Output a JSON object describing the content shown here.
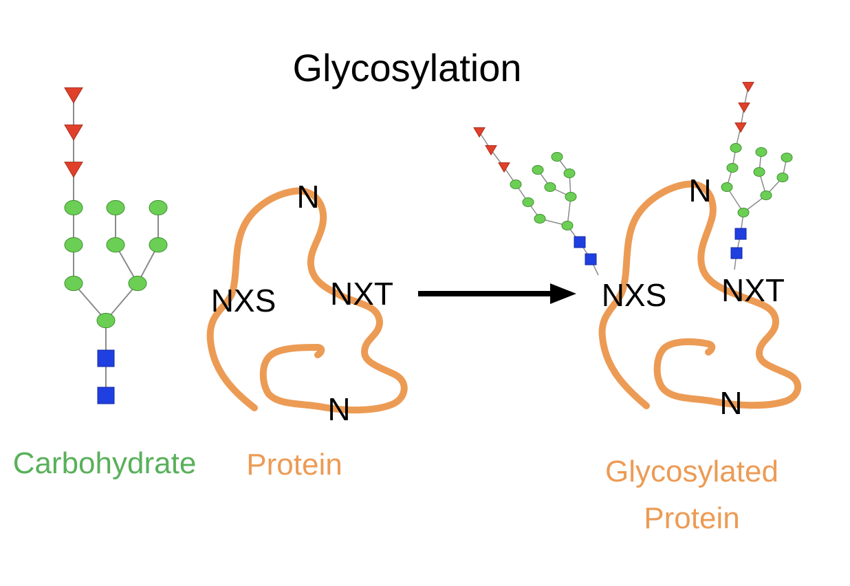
{
  "title": "Glycosylation",
  "labels": {
    "carbohydrate": "Carbohydrate",
    "protein": "Protein",
    "glycosylated_line1": "Glycosylated",
    "glycosylated_line2": "Protein"
  },
  "protein_sites": {
    "n_top": "N",
    "nxs": "NXS",
    "nxt": "NXT",
    "n_bottom": "N"
  },
  "glyco_sites": {
    "n_top": "N",
    "nxs": "NXS",
    "nxt": "NXT",
    "n_bottom": "N"
  },
  "colors": {
    "fucose_triangle": "#e0402a",
    "mannose_circle": "#6ccf55",
    "glcnac_square": "#1f3fe0",
    "protein_chain": "#ec9b55",
    "carbohydrate_label": "#59b05a",
    "protein_label": "#ec9b55",
    "arrow": "#000000"
  },
  "icons": {
    "triangle": "fucose-triangle-icon",
    "circle": "mannose-circle-icon",
    "square": "glcnac-square-icon"
  }
}
